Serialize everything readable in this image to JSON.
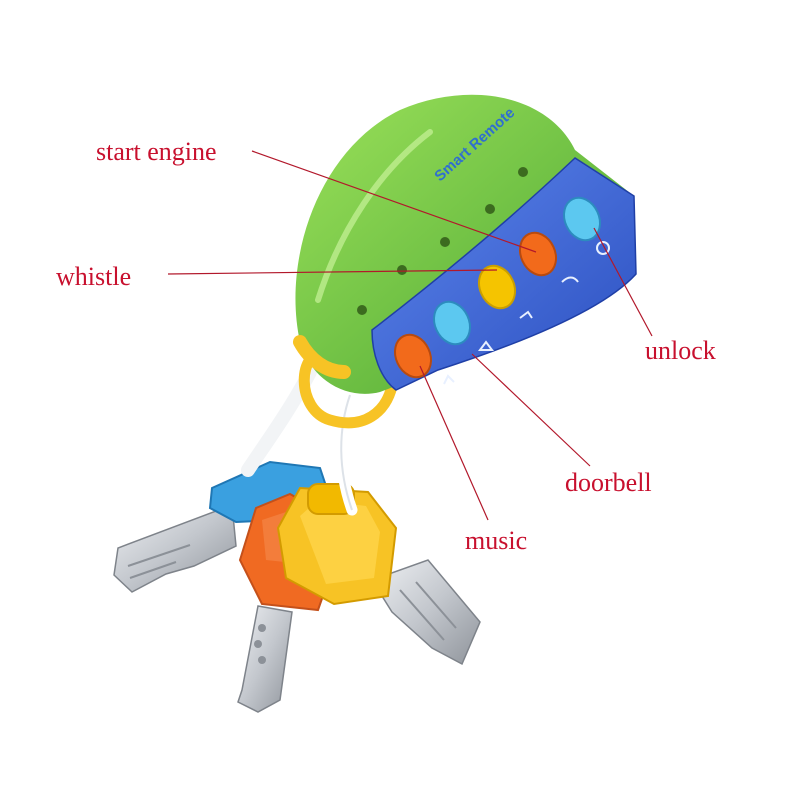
{
  "product": {
    "brand_print": "Smart Remote"
  },
  "callouts": {
    "start_engine": "start engine",
    "whistle": "whistle",
    "unlock": "unlock",
    "doorbell": "doorbell",
    "music": "music"
  },
  "colors": {
    "label_text": "#c8102e",
    "leader_line": "#b2182b",
    "remote_top": "#6cc24a",
    "remote_bottom": "#3d63d6",
    "button_orange": "#f26a1b",
    "button_yellow": "#f5c400",
    "button_blue": "#5cc8f0",
    "key_blue": "#3aa0e0",
    "key_orange": "#f06a22",
    "key_yellow": "#f7c325",
    "metal": "#c9ccd1"
  }
}
